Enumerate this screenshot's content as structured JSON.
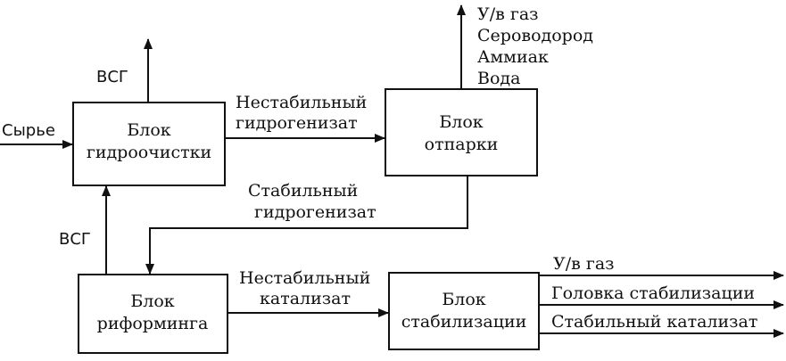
{
  "blocks": {
    "hydro": [
      "Блок",
      "гидроочистки"
    ],
    "strip": [
      "Блок",
      "отпарки"
    ],
    "reform": [
      "Блок",
      "риформинга"
    ],
    "stab": [
      "Блок",
      "стабилизации"
    ]
  },
  "labels": {
    "feed": "Сырье",
    "vsg_top": "ВСГ",
    "vsg_left": "ВСГ",
    "unstable_hydro": [
      "Нестабильный",
      "гидрогенизат"
    ],
    "stable_hydro": [
      "Стабильный",
      "гидрогенизат"
    ],
    "unstable_cat": [
      "Нестабильный",
      "катализат"
    ],
    "strip_outputs": [
      "У/в газ",
      "Сероводород",
      "Аммиак",
      "Вода"
    ],
    "stab_outputs": [
      "У/в газ",
      "Головка стабилизации",
      "Стабильный катализат"
    ]
  },
  "colors": {
    "ink": "#111111",
    "background": "#ffffff"
  }
}
